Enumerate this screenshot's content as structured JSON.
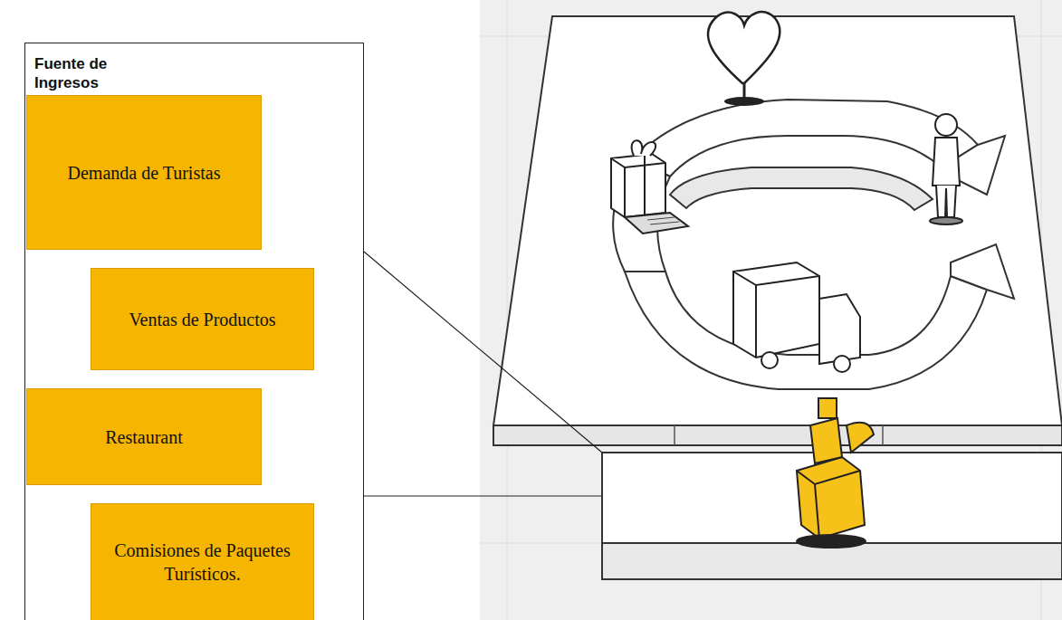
{
  "diagram": {
    "nodes": [
      {
        "text": [
          "Fuente de Ingresos"
        ]
      },
      {
        "text": [
          "Demanda de Turistas"
        ],
        "in": 0
      },
      {
        "text": [
          "Ventas de Productos"
        ],
        "in": 0
      },
      {
        "text": [
          "Restaurant"
        ],
        "in": 0
      },
      {
        "text": [
          "Comisiones de Paquetes Turísticos."
        ],
        "in": 0
      }
    ]
  }
}
